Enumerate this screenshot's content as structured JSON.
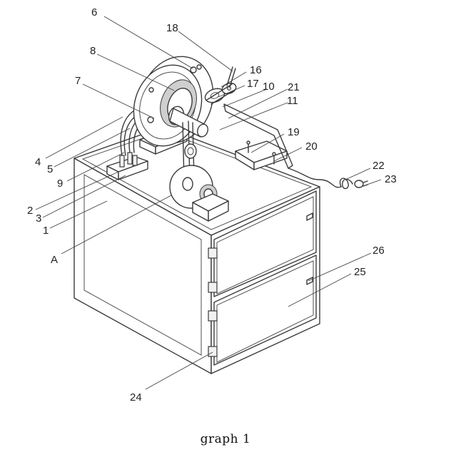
{
  "figure": {
    "caption": "graph 1",
    "callouts": [
      {
        "id": "c1",
        "label": "1"
      },
      {
        "id": "c2",
        "label": "2"
      },
      {
        "id": "c3",
        "label": "3"
      },
      {
        "id": "c4",
        "label": "4"
      },
      {
        "id": "c5",
        "label": "5"
      },
      {
        "id": "c6",
        "label": "6"
      },
      {
        "id": "c7",
        "label": "7"
      },
      {
        "id": "c8",
        "label": "8"
      },
      {
        "id": "c9",
        "label": "9"
      },
      {
        "id": "c10",
        "label": "10"
      },
      {
        "id": "c11",
        "label": "11"
      },
      {
        "id": "c16",
        "label": "16"
      },
      {
        "id": "c17",
        "label": "17"
      },
      {
        "id": "c18",
        "label": "18"
      },
      {
        "id": "c19",
        "label": "19"
      },
      {
        "id": "c20",
        "label": "20"
      },
      {
        "id": "c21",
        "label": "21"
      },
      {
        "id": "c22",
        "label": "22"
      },
      {
        "id": "c23",
        "label": "23"
      },
      {
        "id": "c24",
        "label": "24"
      },
      {
        "id": "c25",
        "label": "25"
      },
      {
        "id": "c26",
        "label": "26"
      },
      {
        "id": "cA",
        "label": "A"
      }
    ]
  }
}
